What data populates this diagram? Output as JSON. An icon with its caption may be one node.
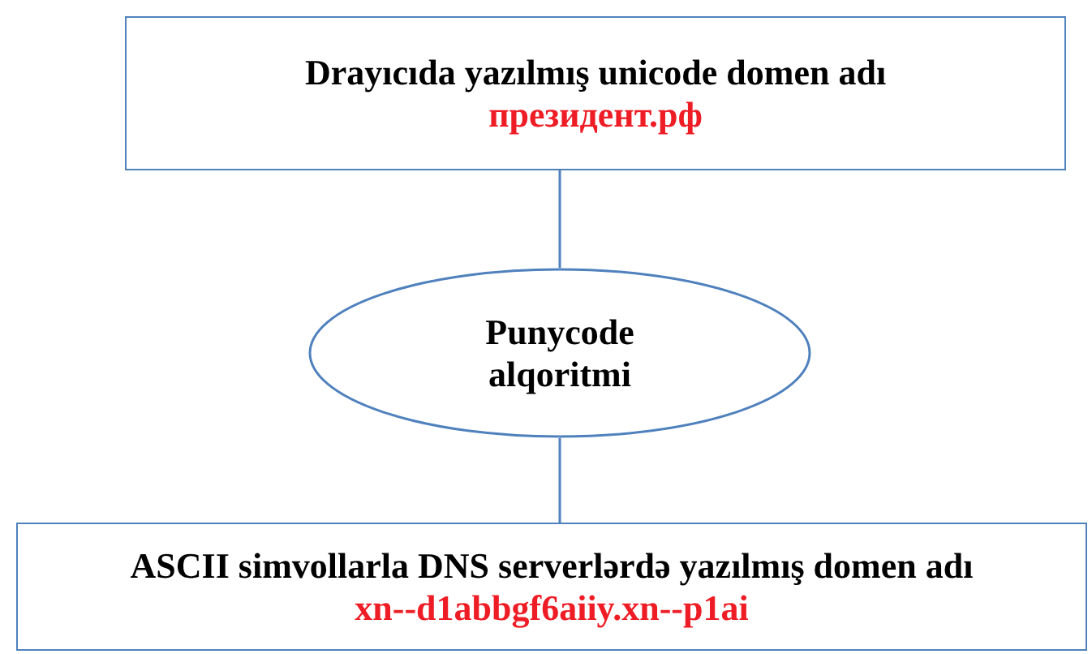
{
  "diagram": {
    "nodes": [
      {
        "text": [
          "Drayıcıda yazılmış unicode domen adı",
          "президент.рф"
        ]
      },
      {
        "text": [
          "Punycode alqoritmi"
        ]
      },
      {
        "text": [
          "ASCII simvollarla DNS serverlərdə yazılmış domen adı",
          "xn--d1abbgf6aiiy.xn--p1ai"
        ]
      }
    ],
    "edges": [
      {
        "from": 0,
        "to": 1,
        "arrow": "none"
      },
      {
        "from": 1,
        "to": 2,
        "arrow": "none"
      }
    ]
  }
}
